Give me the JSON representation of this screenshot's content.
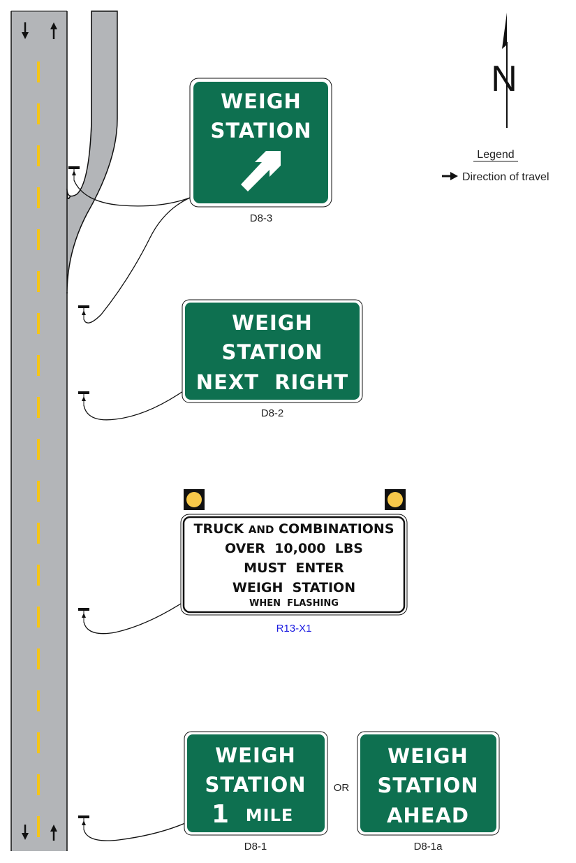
{
  "colors": {
    "road": "#b3b5b8",
    "lane_marking": "#f5c518",
    "sign_green": "#0e7050",
    "beacon": "#f7c84a"
  },
  "signs": {
    "d8_3": {
      "lines": [
        "WEIGH",
        "STATION"
      ],
      "arrow": "arrow-up-right-icon",
      "code": "D8-3"
    },
    "d8_2": {
      "lines": [
        "WEIGH",
        "STATION",
        "NEXT  RIGHT"
      ],
      "code": "D8-2"
    },
    "r13_x1": {
      "line1_a": "TRUCK",
      "line1_b": "AND",
      "line1_c": "COMBINATIONS",
      "line2": "OVER  10,000  LBS",
      "line3": "MUST  ENTER",
      "line4": "WEIGH  STATION",
      "line5": "WHEN  FLASHING",
      "code": "R13-X1"
    },
    "d8_1": {
      "lines": [
        "WEIGH",
        "STATION"
      ],
      "line3_num": "1",
      "line3_unit": "MILE",
      "code": "D8-1"
    },
    "or_text": "OR",
    "d8_1a": {
      "lines": [
        "WEIGH",
        "STATION",
        "AHEAD"
      ],
      "code": "D8-1a"
    }
  },
  "north_arrow": {
    "label": "N"
  },
  "legend": {
    "title": "Legend",
    "item": "Direction of travel"
  }
}
